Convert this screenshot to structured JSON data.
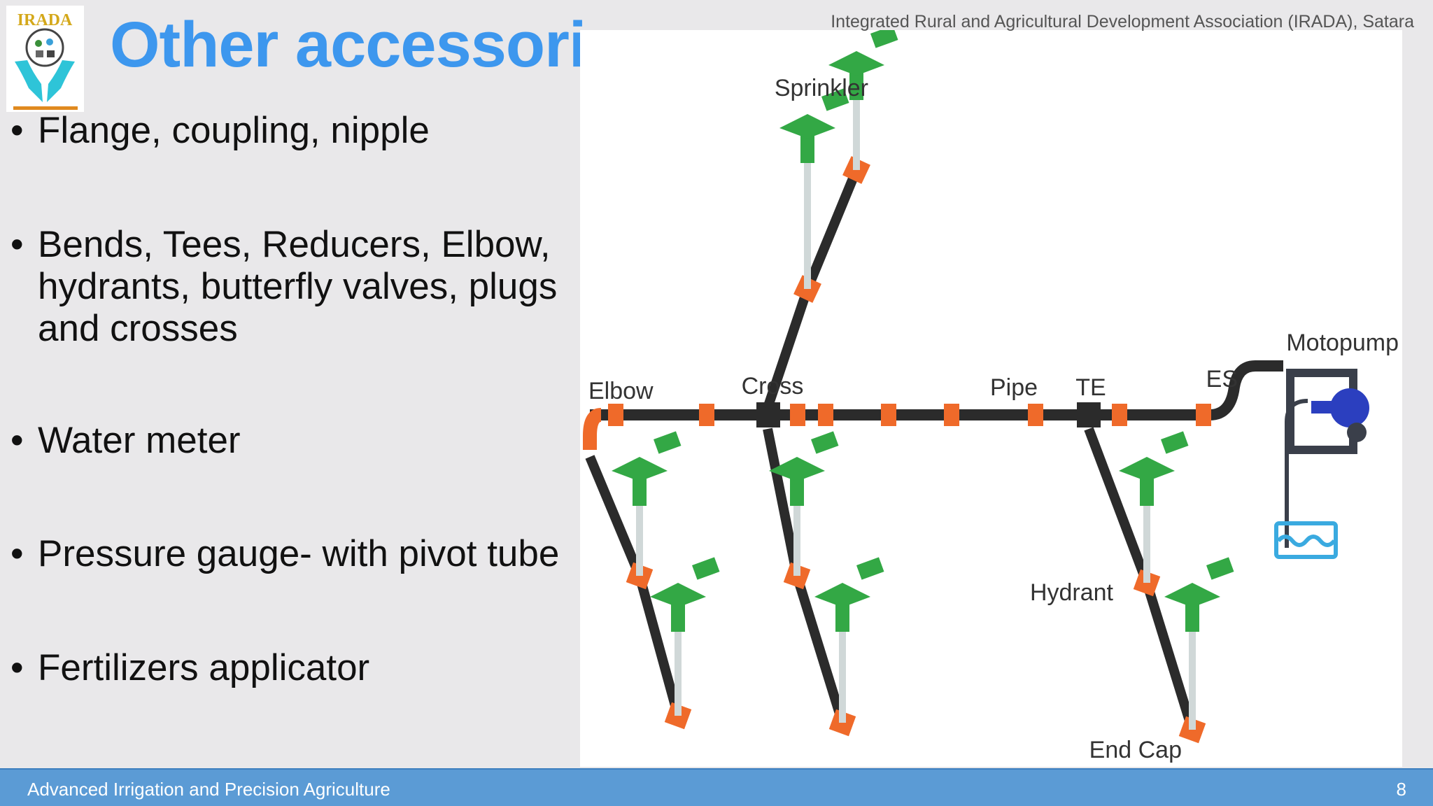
{
  "header": {
    "title": "Other accessories",
    "organization": "Integrated Rural and Agricultural Development Association (IRADA), Satara",
    "logo_text": "IRADA"
  },
  "bullets": [
    {
      "lines": "Flange, coupling, nipple"
    },
    {
      "lines": "Bends, Tees, Reducers, Elbow,\nhydrants, butterfly valves, plugs\nand crosses"
    },
    {
      "lines": "Water meter"
    },
    {
      "lines": "Pressure gauge- with pivot tube"
    },
    {
      "lines": "Fertilizers applicator"
    }
  ],
  "bullet_symbol": "•",
  "diagram": {
    "labels": {
      "sprinkler": "Sprinkler",
      "elbow": "Elbow",
      "cross": "Cross",
      "pipe": "Pipe",
      "te": "TE",
      "es": "ES",
      "motopump": "Motopump",
      "hydrant": "Hydrant",
      "end_cap": "End Cap"
    },
    "colors": {
      "pipe": "#2b2b2b",
      "fitting": "#ef6a2a",
      "sprinkler": "#33a845",
      "pump": "#3a3f4a",
      "pump_accent": "#2b3fbf",
      "water": "#3aaae0"
    }
  },
  "footer": {
    "course": "Advanced Irrigation and Precision Agriculture",
    "page": "8"
  }
}
